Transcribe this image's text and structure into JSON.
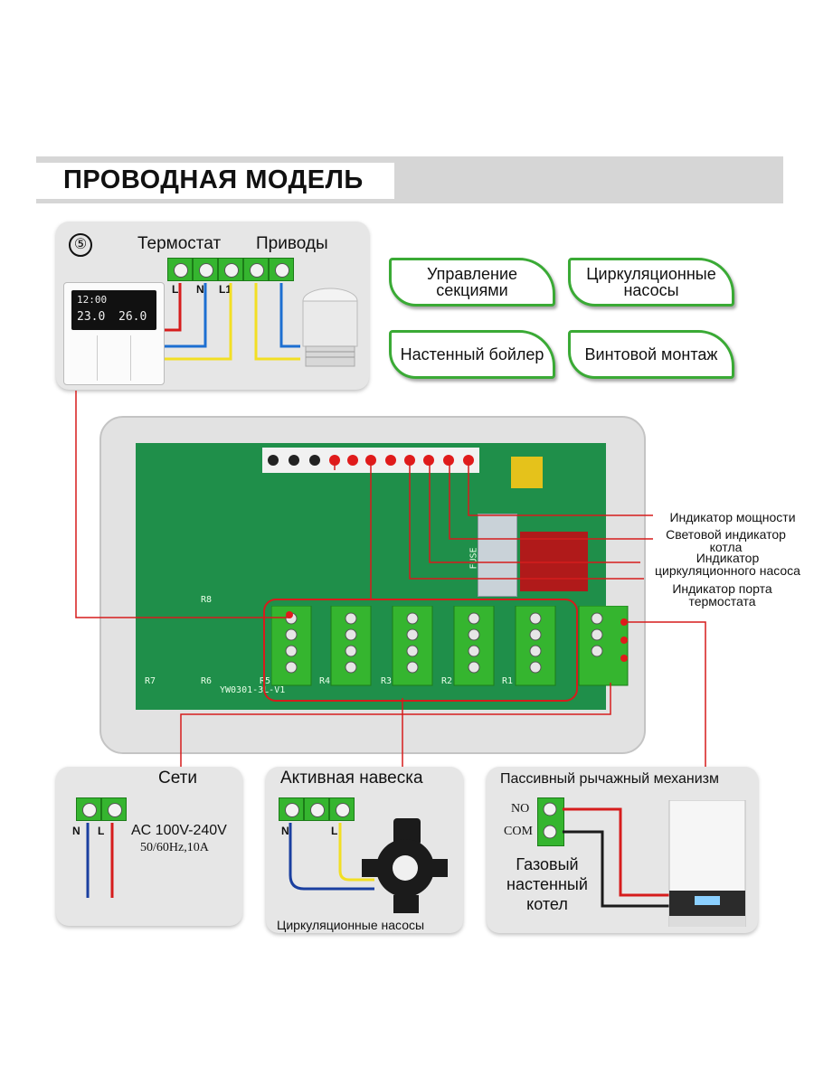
{
  "title": "ПРОВОДНАЯ МОДЕЛЬ",
  "wiring_card": {
    "step": "⑤",
    "thermostat_label": "Термостат",
    "actuators_label": "Приводы",
    "terminals": [
      "L",
      "N",
      "L1"
    ],
    "thermostat_display": {
      "time": "12:00",
      "temp1": "23.0",
      "temp2": "26.0"
    }
  },
  "feature_tags": [
    {
      "text": "Управление секциями"
    },
    {
      "text": "Циркуляционные насосы"
    },
    {
      "text": "Настенный бойлер"
    },
    {
      "text": "Винтовой монтаж"
    }
  ],
  "indicators": [
    {
      "text": "Индикатор мощности"
    },
    {
      "text": "Световой индикатор котла"
    },
    {
      "text": "Индикатор циркуляционного насоса"
    },
    {
      "text": "Индикатор порта термостата"
    }
  ],
  "board": {
    "model": "YW0301-3L-V1",
    "relay_labels": [
      "R8",
      "R7",
      "R6",
      "R5",
      "R4",
      "R3",
      "R2",
      "R1"
    ],
    "fuse": "FUSE"
  },
  "power_card": {
    "title": "Сети",
    "terminals": [
      "N",
      "L"
    ],
    "voltage": "AC 100V-240V",
    "frequency": "50/60Hz,10A"
  },
  "pump_card": {
    "title": "Активная навеска",
    "terminals": [
      "N",
      "L"
    ],
    "caption": "Циркуляционные насосы"
  },
  "boiler_card": {
    "title": "Пассивный рычажный механизм",
    "no_label": "NO",
    "com_label": "COM",
    "caption": "Газовый настенный котел"
  },
  "colors": {
    "green": "#35b52f",
    "red": "#d61c1c",
    "blue": "#1c6fd1",
    "yellow": "#f2df24"
  }
}
